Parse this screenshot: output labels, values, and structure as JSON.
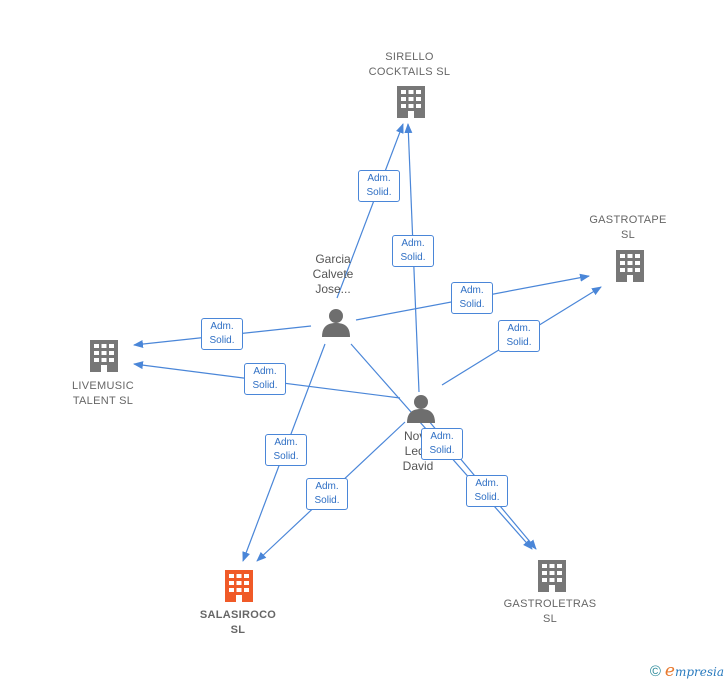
{
  "companies": {
    "sirello": {
      "line1": "SIRELLO",
      "line2": "COCKTAILS SL",
      "color": "#777777"
    },
    "gastrotape": {
      "line1": "GASTROTAPE",
      "line2": "SL",
      "color": "#777777"
    },
    "livemusic": {
      "line1": "LIVEMUSIC",
      "line2": "TALENT SL",
      "color": "#777777"
    },
    "salasiroco": {
      "line1": "SALASIROCO",
      "line2": "SL",
      "color": "#f05a28"
    },
    "gastroletras": {
      "line1": "GASTROLETRAS",
      "line2": "SL",
      "color": "#777777"
    }
  },
  "persons": {
    "garcia": {
      "line1": "Garcia",
      "line2": "Calvete",
      "line3": "Jose..."
    },
    "novo": {
      "line1": "Novo",
      "line2": "Ledo",
      "line3": "David"
    }
  },
  "edge_label": {
    "line1": "Adm.",
    "line2": "Solid."
  },
  "edge_color": "#4a86d8",
  "watermark": {
    "copyright": "©",
    "brand_initial": "e",
    "brand_rest": "mpresia"
  }
}
